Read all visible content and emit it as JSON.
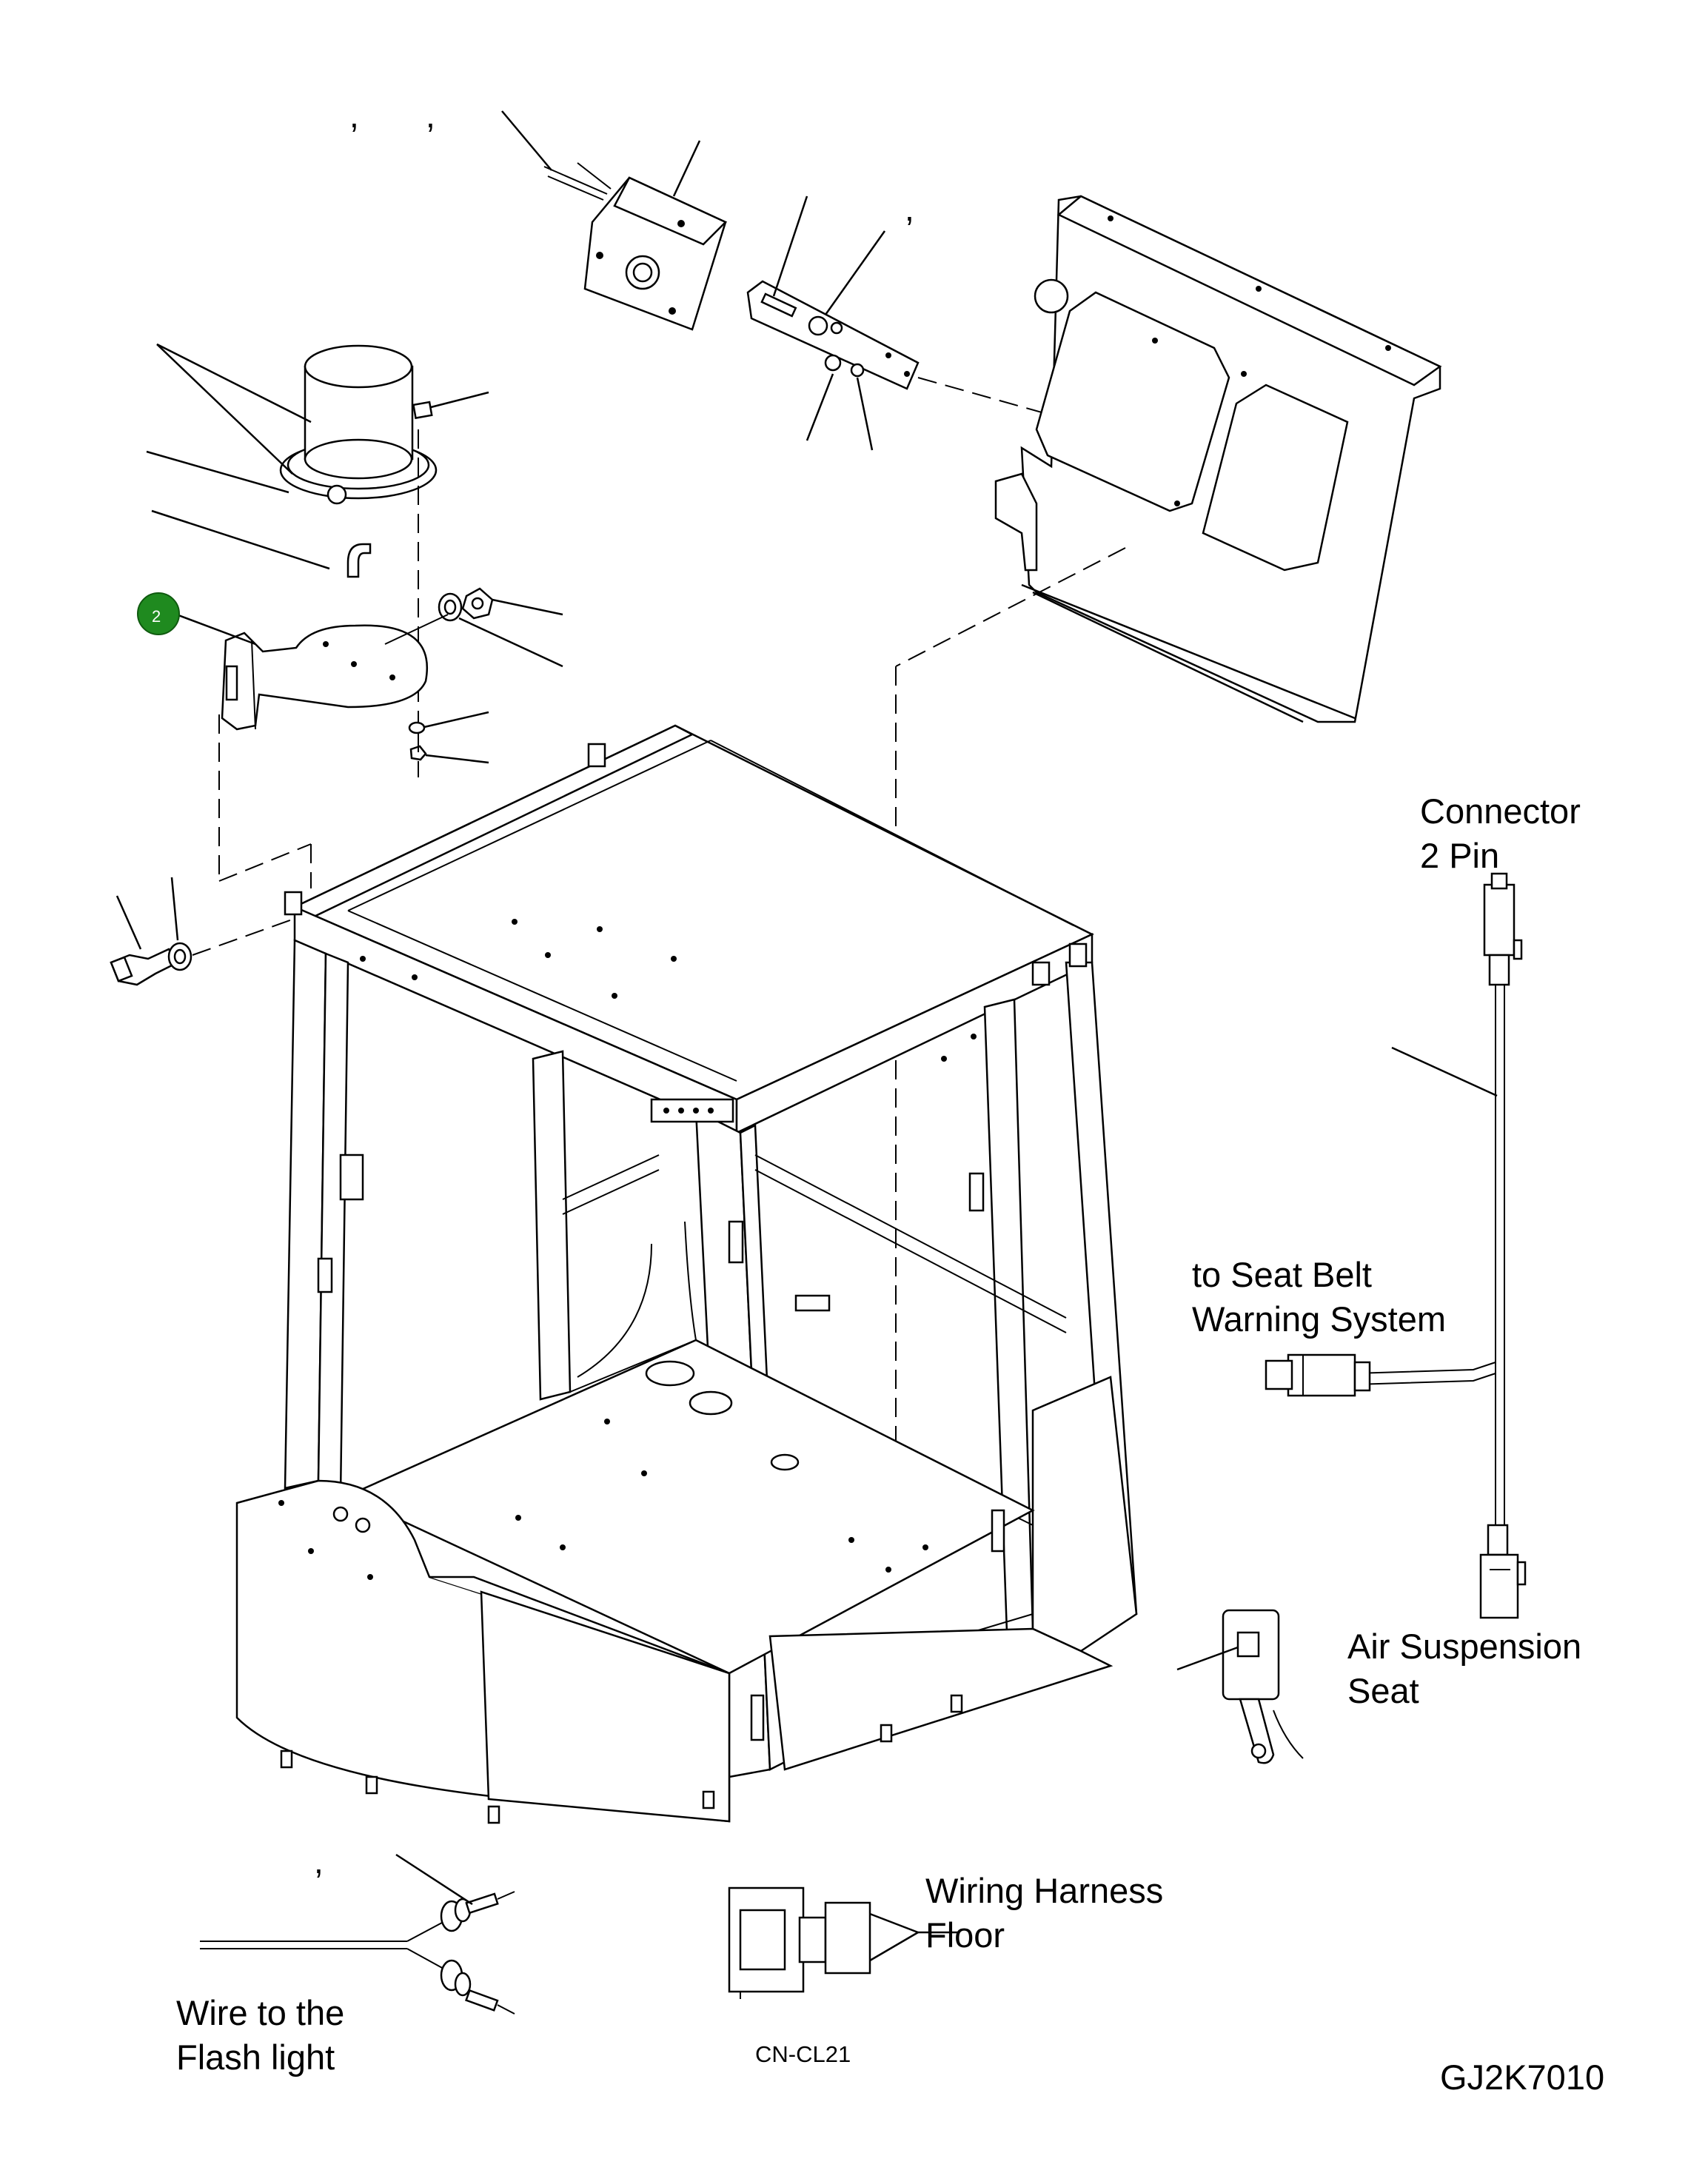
{
  "labels": {
    "connector_2pin_line1": "Connector",
    "connector_2pin_line2": "2 Pin",
    "seat_belt_line1": "to Seat Belt",
    "seat_belt_line2": "Warning System",
    "air_seat_line1": "Air Suspension",
    "air_seat_line2": "Seat",
    "harness_line1": "Wiring Harness",
    "harness_line2": "Floor",
    "connector_code": "CN-CL21",
    "flash_wire_line1": "Wire to the",
    "flash_wire_line2": "Flash light",
    "drawing_number": "GJ2K7010"
  },
  "callout": {
    "number": "2",
    "color": "#1f8a1f"
  }
}
